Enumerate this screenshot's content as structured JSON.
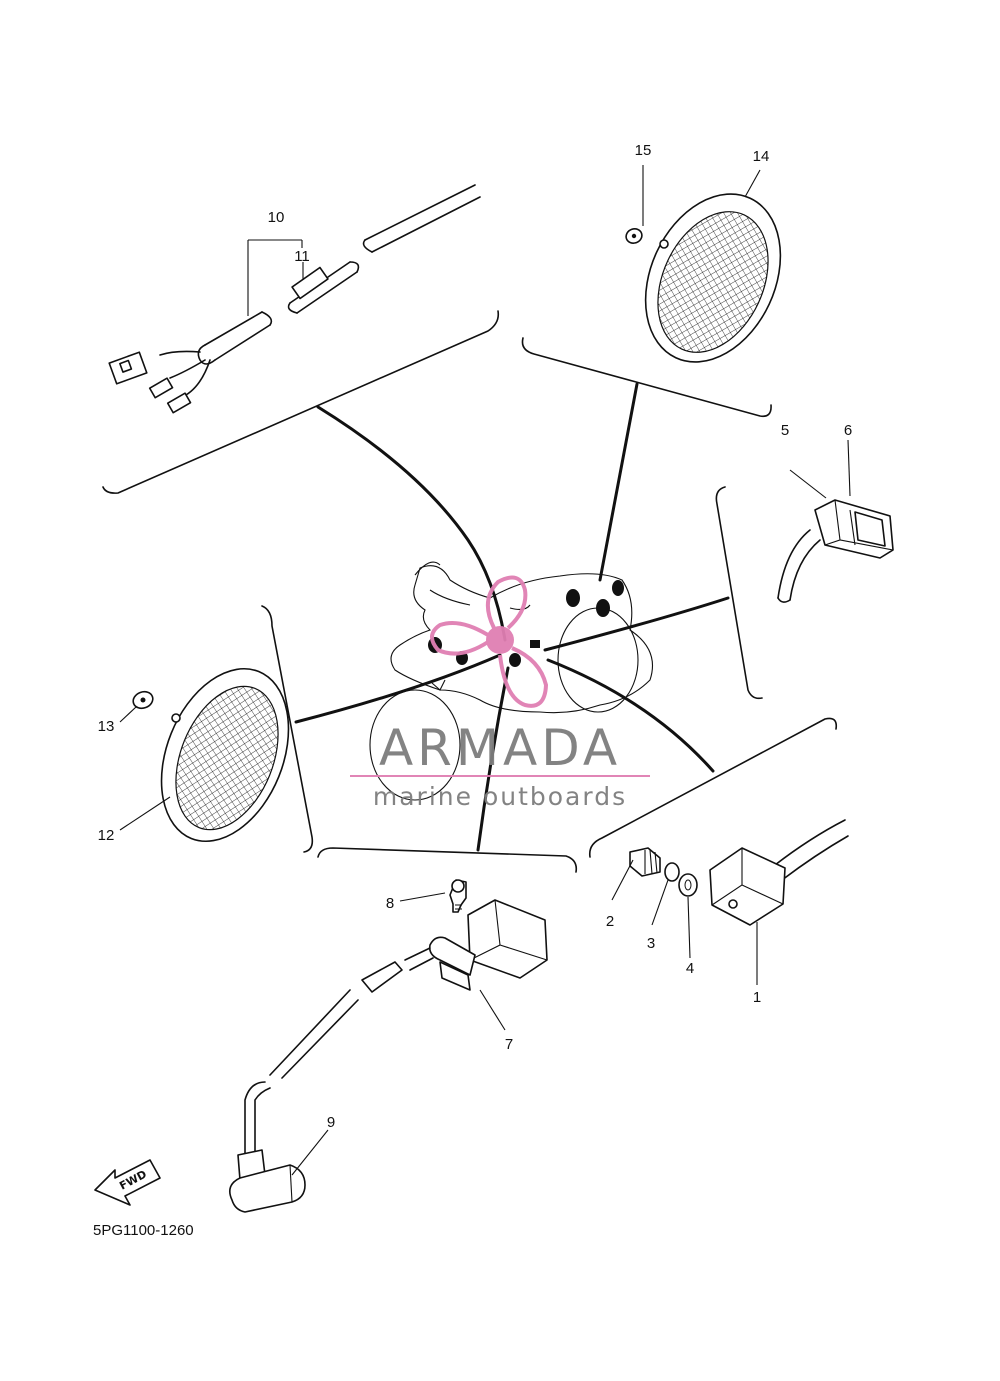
{
  "diagram": {
    "part_code": "5PG1100-1260",
    "fwd_label": "FWD",
    "callouts": [
      "1",
      "2",
      "3",
      "4",
      "5",
      "6",
      "7",
      "8",
      "9",
      "10",
      "11",
      "12",
      "13",
      "14",
      "15"
    ]
  },
  "watermark": {
    "brand": "ARMADA",
    "tagline": "marine outboards",
    "accent_color": "#e07fb3",
    "text_color": "#7d7d7d"
  }
}
